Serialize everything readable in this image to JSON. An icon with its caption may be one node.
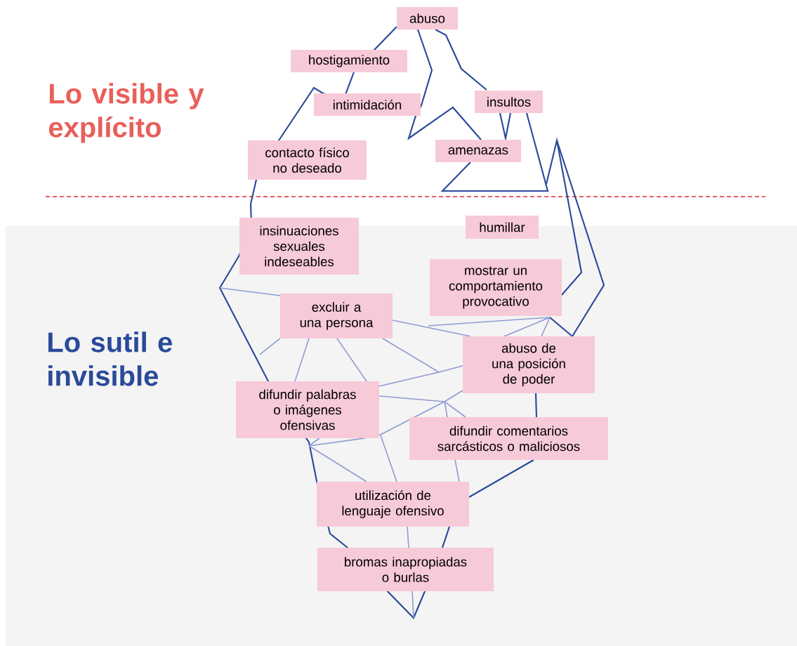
{
  "diagram": {
    "nodes": [
      {
        "text": [
          "abuso"
        ]
      },
      {
        "text": [
          "hostigamiento"
        ]
      },
      {
        "text": [
          "intimidación"
        ]
      },
      {
        "text": [
          "insultos"
        ]
      },
      {
        "text": [
          "contacto físico no deseado"
        ]
      },
      {
        "text": [
          "amenazas"
        ]
      },
      {
        "text": [
          "insinuaciones sexuales indeseables"
        ]
      },
      {
        "text": [
          "humillar"
        ]
      },
      {
        "text": [
          "mostrar un comportamiento provocativo"
        ]
      },
      {
        "text": [
          "excluir a una persona"
        ]
      },
      {
        "text": [
          "abuso de una posición de poder"
        ]
      },
      {
        "text": [
          "difundir palabras o imágenes ofensivas"
        ]
      },
      {
        "text": [
          "difundir comentarios sarcásticos o maliciosos"
        ]
      },
      {
        "text": [
          "utilización de lenguaje ofensivo"
        ]
      },
      {
        "text": [
          "bromas inapropiadas o burlas"
        ]
      }
    ],
    "labels": [
      "Lo visible y explícito",
      "Lo sutil e invisible"
    ]
  }
}
